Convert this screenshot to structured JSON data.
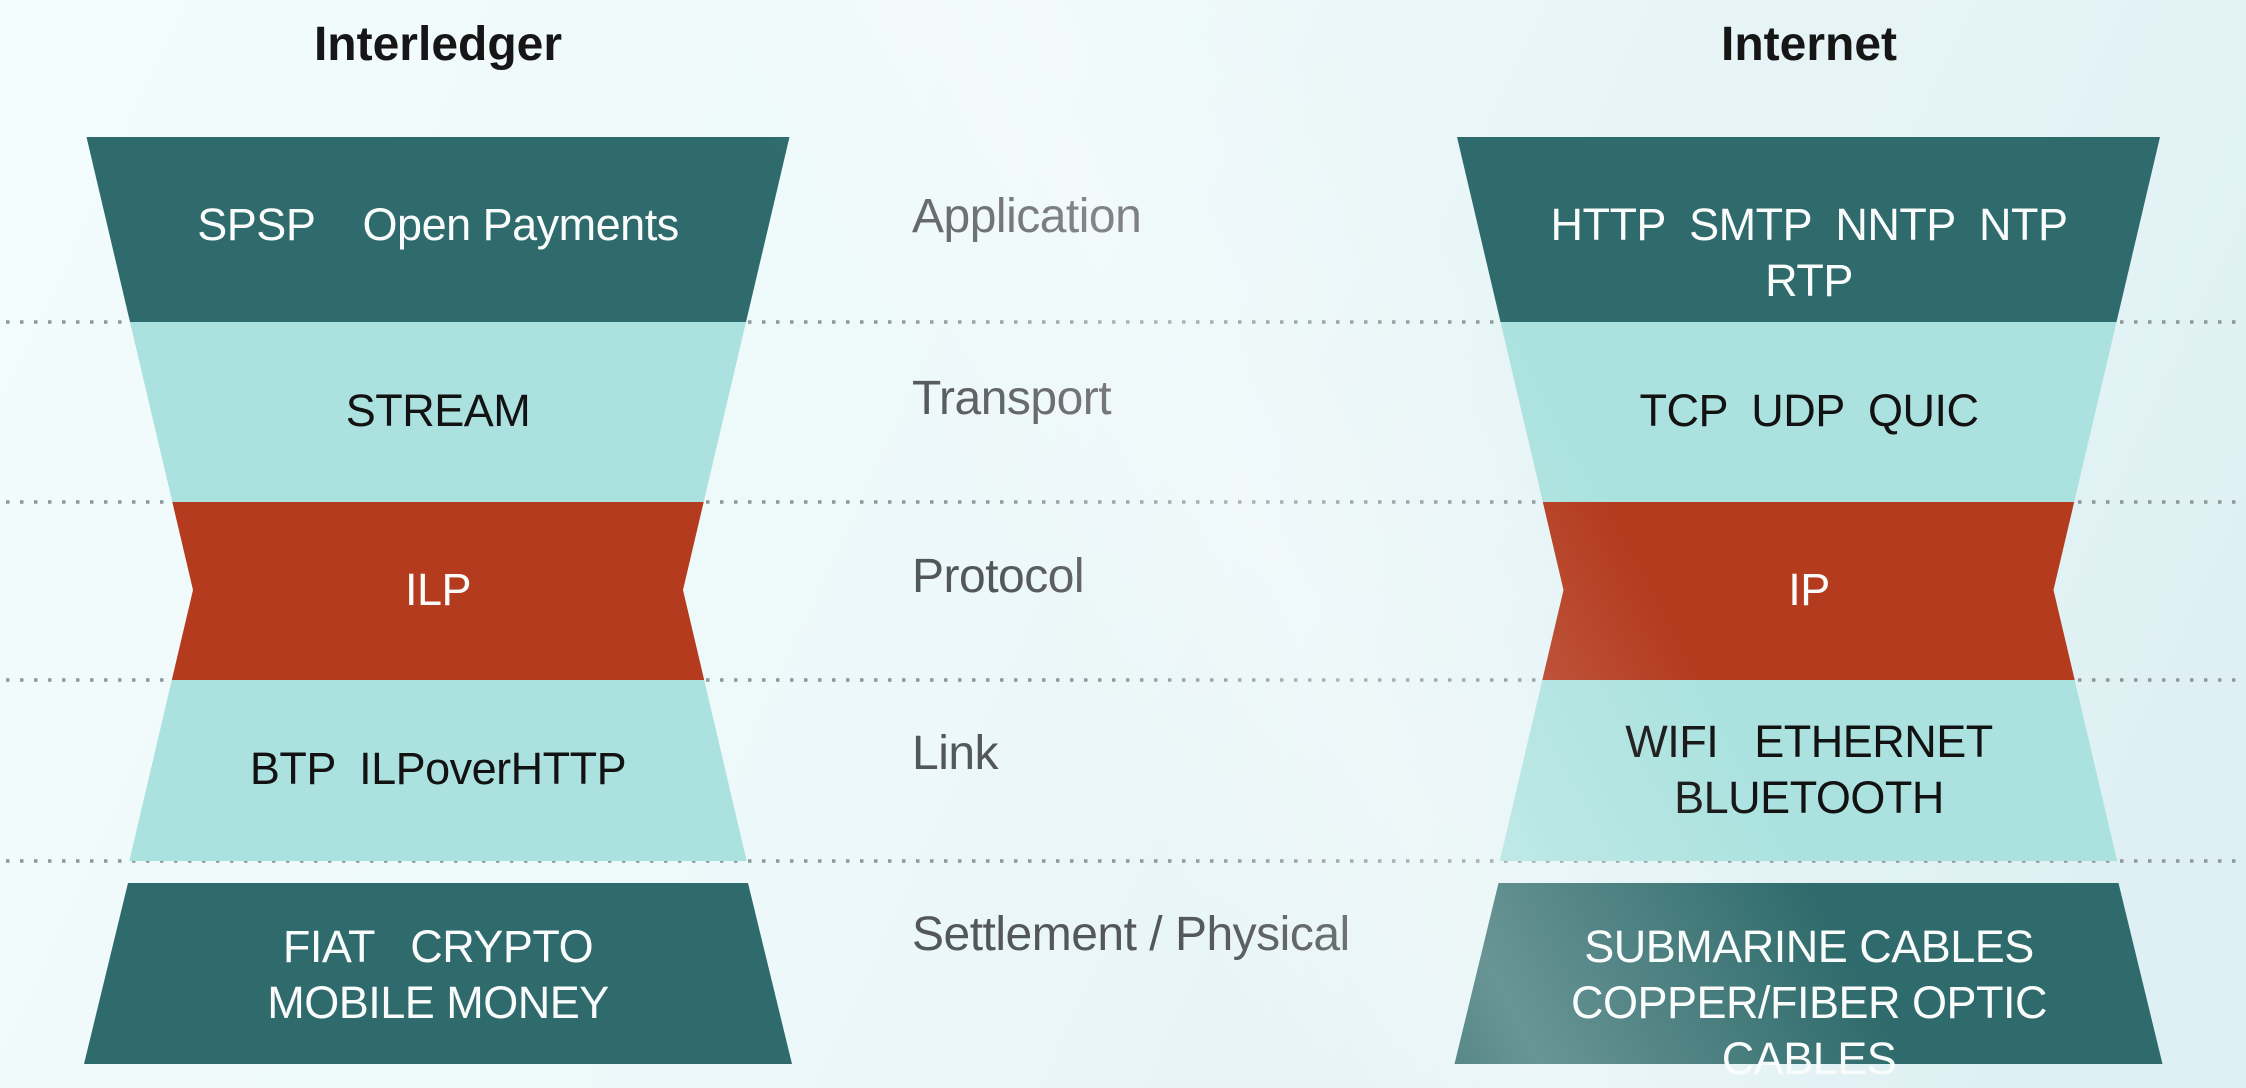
{
  "titles": {
    "left": "Interledger",
    "right": "Internet"
  },
  "layers": [
    {
      "name": "Application",
      "left": "SPSP    Open Payments",
      "right": "HTTP  SMTP  NNTP  NTP  RTP"
    },
    {
      "name": "Transport",
      "left": "STREAM",
      "right": "TCP  UDP  QUIC"
    },
    {
      "name": "Protocol",
      "left": "ILP",
      "right": "IP"
    },
    {
      "name": "Link",
      "left": "BTP  ILPoverHTTP",
      "right": "WIFI   ETHERNET\nBLUETOOTH"
    },
    {
      "name": "Settlement / Physical",
      "left": "FIAT   CRYPTO\nMOBILE MONEY",
      "right": "SUBMARINE CABLES\nCOPPER/FIBER OPTIC CABLES"
    }
  ],
  "colors": {
    "dark_teal": "#2f6b6c",
    "light_teal": "#abe2df",
    "red": "#b43b1e",
    "background": "#eef9fa",
    "divider_dots": "#8d9899",
    "layer_label_gray": "#545759",
    "title_black": "#161616",
    "band_text_light": "#fafcfc",
    "band_text_dark": "#121212"
  }
}
